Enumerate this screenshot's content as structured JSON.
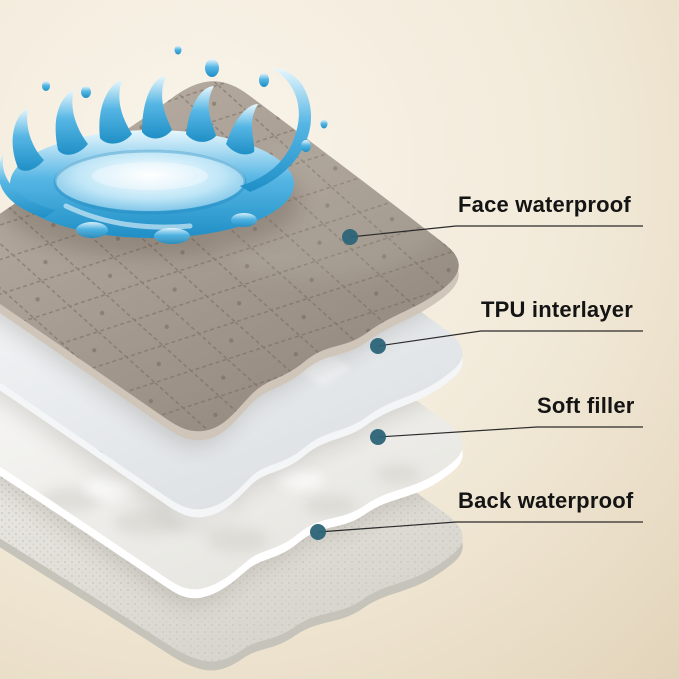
{
  "diagram": {
    "type": "product-layer-callout",
    "background": {
      "light": "#f9f4eb",
      "dark": "#dbcbaf"
    },
    "callout_style": {
      "dot_color": "#2c6478",
      "line_color": "#2b2b2b",
      "text_color": "#141414"
    },
    "callouts": [
      {
        "label": "Face waterproof"
      },
      {
        "label": "TPU interlayer"
      },
      {
        "label": "Soft filler"
      },
      {
        "label": "Back waterproof"
      }
    ],
    "layers": [
      {
        "name": "face-waterproof-layer",
        "appearance": "gray quilted fabric with water splash",
        "color": "#a79d92"
      },
      {
        "name": "tpu-interlayer-layer",
        "appearance": "white glossy TPU film with water beads",
        "color": "#e9edef"
      },
      {
        "name": "soft-filler-layer",
        "appearance": "white soft padding",
        "color": "#f0efeb"
      },
      {
        "name": "back-waterproof-layer",
        "appearance": "light gray woven backing",
        "color": "#e2dfd8"
      }
    ],
    "water_color": "#3aa0d4"
  }
}
